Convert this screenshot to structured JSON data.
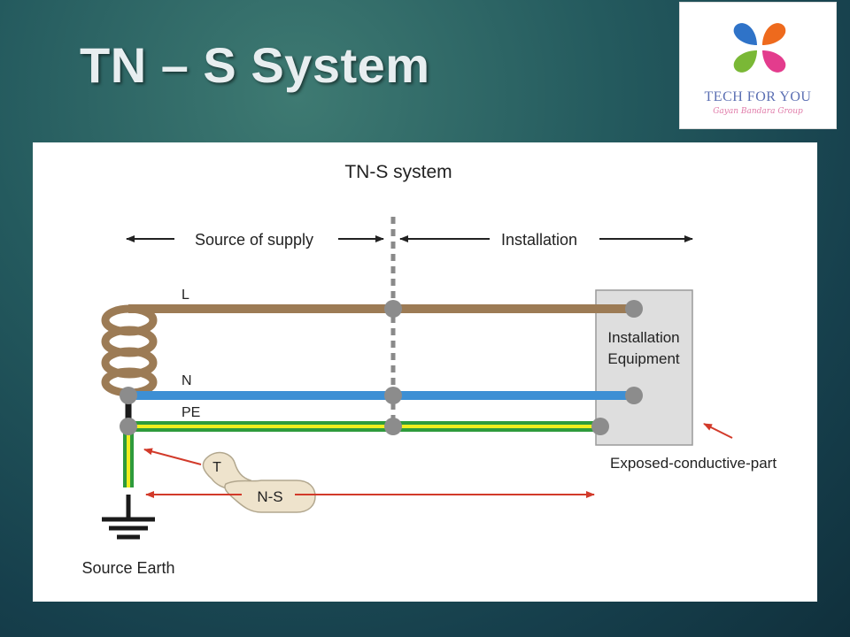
{
  "slide": {
    "title": "TN – S System"
  },
  "logo": {
    "name": "TECH FOR YOU",
    "tagline": "Gayan Bandara Group",
    "petal_colors": [
      "#2f73c8",
      "#ee6a1d",
      "#7ab836",
      "#e33c8d"
    ]
  },
  "diagram": {
    "title": "TN-S system",
    "source_of_supply_label": "Source of supply",
    "installation_label": "Installation",
    "line_labels": {
      "L": "L",
      "N": "N",
      "PE": "PE"
    },
    "equipment_label_line1": "Installation",
    "equipment_label_line2": "Equipment",
    "exposed_part_label": "Exposed-conductive-part",
    "t_label": "T",
    "ns_label": "N-S",
    "source_earth_label": "Source Earth",
    "colors": {
      "line_L": "#9c7b55",
      "line_N": "#3d8fd4",
      "line_PE_green": "#2e9b3c",
      "line_PE_yellow": "#f1ee1e",
      "node": "#8c8c8c",
      "arrow_red": "#d23a2a",
      "equipment_fill": "#dedede",
      "tag_fill": "#eee3cc"
    }
  }
}
